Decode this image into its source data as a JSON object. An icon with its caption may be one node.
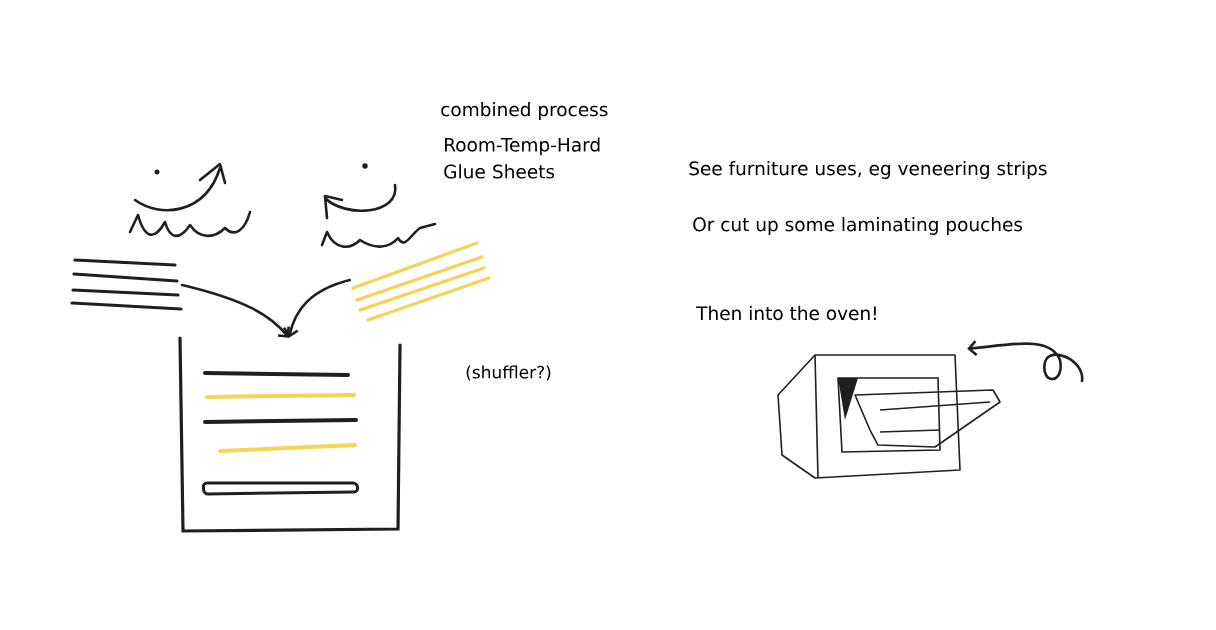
{
  "diagram": {
    "nodes": [
      {
        "text": [],
        "shape": "picture"
      },
      {
        "text": [],
        "shape": "picture"
      },
      {
        "text": [],
        "shape": "box"
      },
      {
        "text": [],
        "shape": "picture"
      }
    ],
    "edges": [
      {
        "from": 0,
        "to": 2,
        "arrow": "to"
      },
      {
        "from": 1,
        "to": 2,
        "arrow": "to"
      },
      {
        "from": null,
        "to": 3,
        "arrow": "to"
      }
    ],
    "labels": [
      "combined process",
      "Room-Temp-Hard Glue Sheets",
      "(shuffler?)",
      "See furniture uses, eg veneering strips",
      "Or cut up some laminating pouches",
      "Then into the oven!"
    ]
  }
}
